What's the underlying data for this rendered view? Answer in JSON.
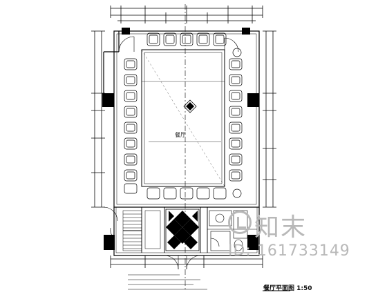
{
  "drawing": {
    "caption": "餐厅平面图 1:50",
    "room_label": "餐厅"
  },
  "watermark": {
    "brand": "知末",
    "id_text": "ID: 161733149",
    "logo": "zhimo-logo-icon"
  },
  "colors": {
    "line": "#000000",
    "watermark": "#b8b8b8",
    "background": "#ffffff"
  }
}
